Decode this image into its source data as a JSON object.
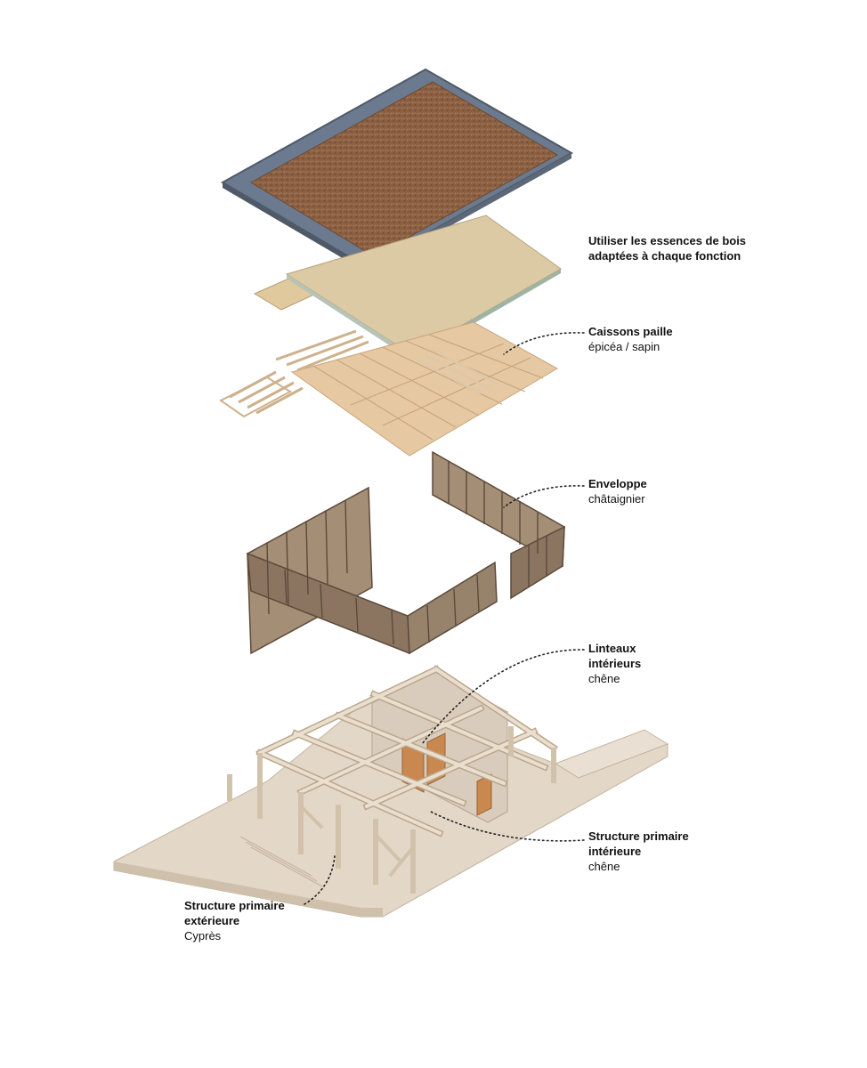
{
  "title": {
    "line1": "Utiliser les essences de bois",
    "line2": "adaptées à chaque fonction"
  },
  "labels": {
    "caissons": {
      "name": "Caissons paille",
      "wood": "épicéa / sapin"
    },
    "enveloppe": {
      "name": "Enveloppe",
      "wood": "châtaignier"
    },
    "linteaux": {
      "name_line1": "Linteaux",
      "name_line2": "intérieurs",
      "wood": "chêne"
    },
    "structure_interieure": {
      "name_line1": "Structure primaire",
      "name_line2": "intérieure",
      "wood": "chêne"
    },
    "structure_exterieure": {
      "name_line1": "Structure primaire",
      "name_line2": "extérieure",
      "wood": "Cyprès"
    }
  },
  "colors": {
    "roof_steel": "#6b7a8e",
    "roof_steel_dark": "#4f5a68",
    "roof_earth": "#8a5f42",
    "board": "#dccaa5",
    "board_edge": "#9fb3a4",
    "caisson": "#e6c9a3",
    "caisson_line": "#c9a57c",
    "envelope": "#8b7560",
    "envelope_dark": "#5c4a3b",
    "structure": "#e7d8c3",
    "structure_line": "#bba78d",
    "oak": "#c9884f",
    "leader": "#222222"
  }
}
